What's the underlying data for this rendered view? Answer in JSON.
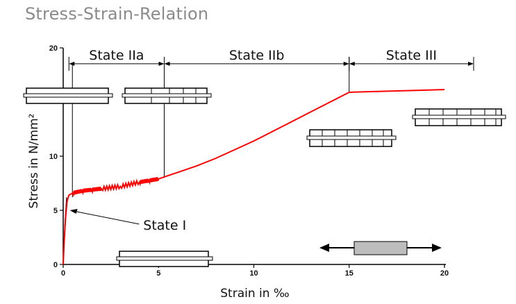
{
  "page": {
    "title": "Stress-Strain-Relation"
  },
  "chart_data": {
    "type": "line",
    "title": "",
    "xlabel": "Strain in ‰",
    "ylabel": "Stress in N/mm²",
    "xlim": [
      0,
      20
    ],
    "ylim": [
      0,
      20
    ],
    "xticks": [
      0,
      5,
      10,
      15,
      20
    ],
    "yticks": [
      0,
      5,
      10,
      20
    ],
    "grid": false,
    "series": [
      {
        "color": "#ff0000",
        "x": [
          0,
          0.05,
          0.12,
          0.2,
          0.3,
          0.5,
          1,
          1.5,
          2,
          3,
          4,
          4.5,
          5,
          5.5,
          6,
          7,
          8,
          9,
          10,
          11,
          12,
          13,
          14,
          15,
          16,
          17,
          18,
          19,
          20
        ],
        "y": [
          0,
          2.0,
          4.2,
          5.8,
          6.4,
          6.6,
          6.8,
          6.9,
          7.0,
          7.2,
          7.6,
          7.75,
          7.9,
          8.2,
          8.5,
          9.1,
          9.8,
          10.6,
          11.4,
          12.3,
          13.2,
          14.1,
          15.0,
          15.9,
          15.95,
          16.0,
          16.05,
          16.1,
          16.15
        ]
      }
    ],
    "reference_line": {
      "color": "#000000",
      "x": [
        0,
        0.08,
        0.18
      ],
      "y": [
        0,
        3.5,
        6.2
      ]
    },
    "state_ranges": [
      {
        "label": "State IIa",
        "x_start": 0.3,
        "x_end": 5.3,
        "y": 19.3
      },
      {
        "label": "State IIb",
        "x_start": 5.3,
        "x_end": 15,
        "y": 19.3
      },
      {
        "label": "State III",
        "x_start": 15,
        "x_end": 22,
        "y": 19.3
      }
    ],
    "annotations": [
      {
        "label": "State I",
        "x": 4.2,
        "y": 3.6
      }
    ]
  },
  "icons": {
    "specimens": "cracked-specimen-icon",
    "tension": "tension-specimen-icon"
  }
}
